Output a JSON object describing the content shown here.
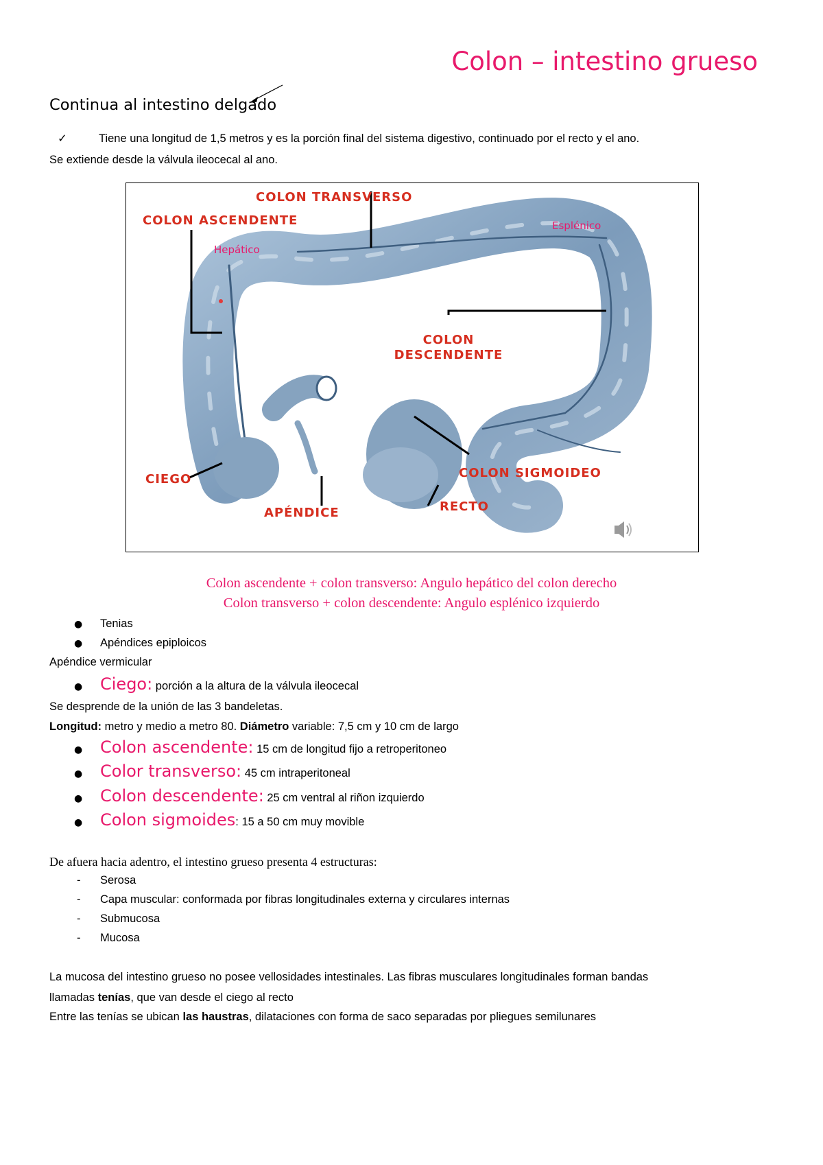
{
  "title": "Colon – intestino grueso",
  "subtitle": "Continua al intestino delgado",
  "check_item": "Tiene una longitud de 1,5 metros y es la porción final del sistema digestivo, continuado por el recto y el ano.",
  "extends": "Se extiende desde la válvula ileocecal al ano.",
  "figure": {
    "labels": {
      "transverso": "COLON TRANSVERSO",
      "ascendente": "COLON ASCENDENTE",
      "descendente_1": "COLON",
      "descendente_2": "DESCENDENTE",
      "sigmoideo": "COLON SIGMOIDEO",
      "ciego": "CIEGO",
      "apendice": "APÉNDICE",
      "recto": "RECTO"
    },
    "annotations": {
      "hepatico": "Hepático",
      "esplenico": "Esplénico"
    },
    "colors": {
      "colon": "#7f9dbb",
      "colon_light": "#c9d8e6",
      "label": "#d62e1f",
      "annotation": "#e8196b"
    }
  },
  "angle_lines": [
    "Colon ascendente + colon transverso: Angulo hepático del colon derecho",
    "Colon transverso + colon descendente: Angulo esplénico izquierdo"
  ],
  "simple_bullets": [
    "Tenias",
    "Apéndices epiploicos"
  ],
  "apendice_vermicular": "Apéndice vermicular",
  "ciego": {
    "term": "Ciego:",
    "desc": " porción a la altura de la válvula ileocecal"
  },
  "bandeletas": "Se desprende de la unión de las 3 bandeletas.",
  "longitud": {
    "l1": "Longitud:",
    "t1": " metro y medio a metro 80. ",
    "l2": "Diámetro",
    "t2": " variable: 7,5 cm y 10 cm de largo"
  },
  "segments": [
    {
      "term": "Colon ascendente:",
      "desc": "  15 cm de longitud fijo a retroperitoneo"
    },
    {
      "term": "Color transverso:",
      "desc": "  45 cm intraperitoneal"
    },
    {
      "term": "Colon descendente:",
      "desc": " 25 cm ventral al riñon izquierdo"
    },
    {
      "term": "Colon sigmoides",
      "desc": ": 15 a 50 cm muy movible"
    }
  ],
  "layers_intro": "De afuera hacia adentro, el intestino grueso presenta 4 estructuras:",
  "layers": [
    "Serosa",
    "Capa muscular: conformada por fibras longitudinales externa y circulares internas",
    "Submucosa",
    "Mucosa"
  ],
  "mucosa_paragraph": {
    "line1": "La mucosa del intestino grueso no posee vellosidades intestinales. Las fibras musculares longitudinales forman bandas",
    "line2_a": "llamadas ",
    "line2_b": "tenías",
    "line2_c": ", que van desde el ciego al recto"
  },
  "haustras": {
    "a": "Entre las tenías se ubican ",
    "b": "las haustras",
    "c": ", dilataciones con forma de saco separadas por pliegues semilunares"
  }
}
